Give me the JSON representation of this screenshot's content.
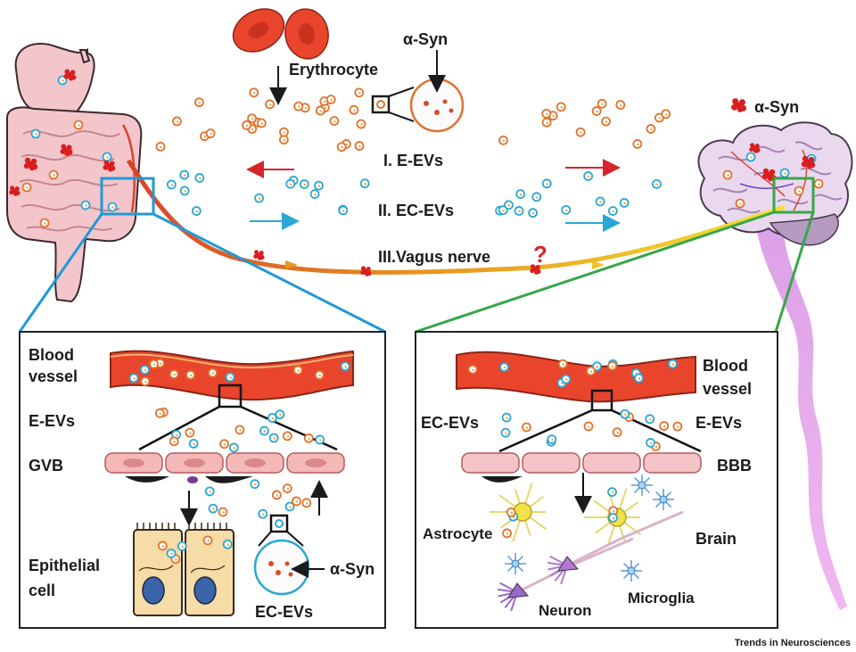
{
  "labels": {
    "erythrocyte": "Erythrocyte",
    "asyn_top": "α-Syn",
    "asyn_legend": "α-Syn",
    "route_1": "I.  E-EVs",
    "route_2": "II. EC-EVs",
    "route_3": "III.Vagus nerve",
    "question_mark": "?"
  },
  "left_panel": {
    "blood_vessel_1": "Blood",
    "blood_vessel_2": "vessel",
    "e_evs": "E-EVs",
    "gvb": "GVB",
    "epithelial_1": "Epithelial",
    "epithelial_2": "cell",
    "asyn": "α-Syn",
    "ec_evs": "EC-EVs"
  },
  "right_panel": {
    "blood_vessel_1": "Blood",
    "blood_vessel_2": "vessel",
    "ec_evs": "EC-EVs",
    "e_evs": "E-EVs",
    "bbb": "BBB",
    "astrocyte": "Astrocyte",
    "brain": "Brain",
    "microglia": "Microglia",
    "neuron": "Neuron"
  },
  "credit": "Trends in Neurosciences",
  "colors": {
    "e_ev": "#e2722c",
    "ec_ev": "#2aa7d2",
    "asyn": "#d81e1e",
    "vessel": "#e8452c",
    "gut": "#f0bfc7",
    "brain": "#e7d6ea",
    "left_frame": "#1f9ad6",
    "right_frame": "#37a64a",
    "spinal_cord": "#e6a6ec"
  }
}
